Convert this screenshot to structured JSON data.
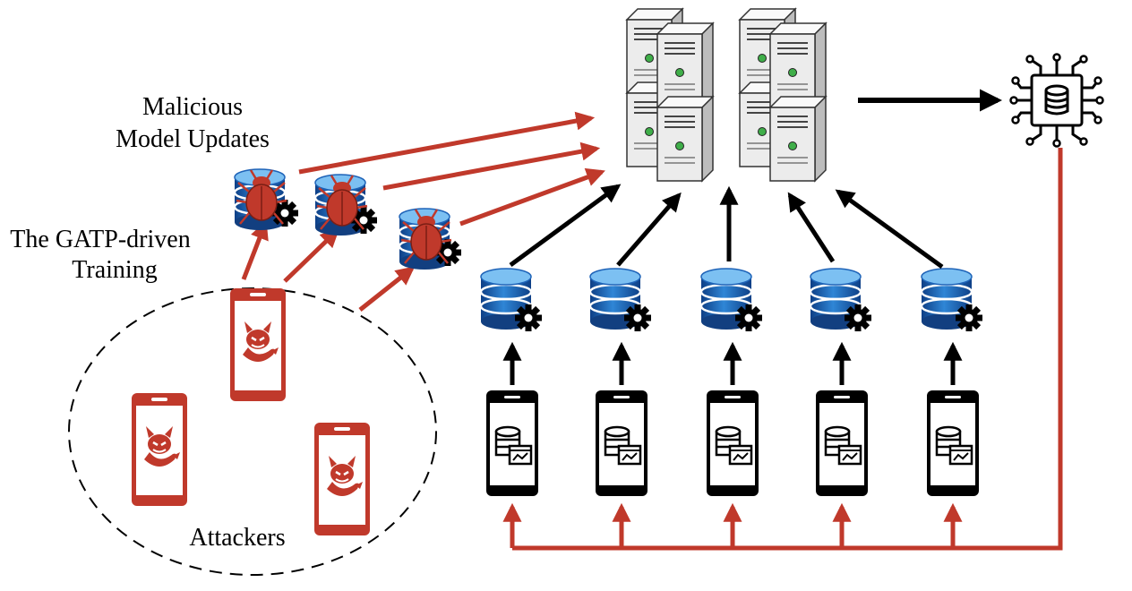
{
  "labels": {
    "malicious_line1": "Malicious",
    "malicious_line2": "Model Updates",
    "gatp_line1": "The GATP-driven",
    "gatp_line2": "Training",
    "attackers": "Attackers"
  },
  "colors": {
    "attack": "#c0392b",
    "black": "#000000",
    "server_face": "#f0f0f0",
    "server_side": "#c8c8c8",
    "led": "#3fae49",
    "db_blue": "#1e63b8",
    "db_light": "#5da8e6"
  },
  "icons": {
    "server": "server-cluster-icon",
    "global_model": "ai-database-circuit-icon",
    "local_model": "database-gear-icon",
    "malicious_model": "bug-database-gear-icon",
    "benign_client": "phone-database-chart-icon",
    "attacker": "phone-devil-icon"
  },
  "counts": {
    "benign_clients": 5,
    "attackers": 3,
    "malicious_updates": 3
  }
}
